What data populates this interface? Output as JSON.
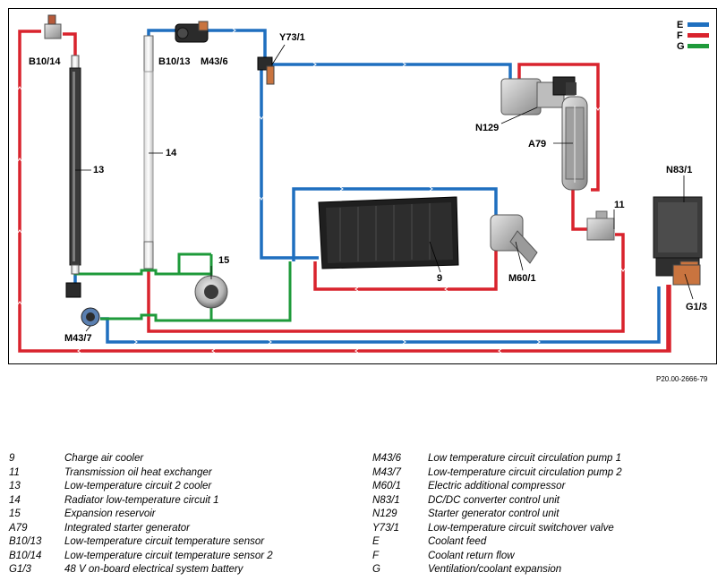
{
  "figure_code": "P20.00-2666-79",
  "line_legend": [
    {
      "key": "E",
      "color": "#1f6fbf"
    },
    {
      "key": "F",
      "color": "#d9232d"
    },
    {
      "key": "G",
      "color": "#1e9a3a"
    }
  ],
  "labels": {
    "b10_14": "B10/14",
    "b10_13": "B10/13",
    "m43_6": "M43/6",
    "y73_1": "Y73/1",
    "n129": "N129",
    "a79": "A79",
    "n83_1": "N83/1",
    "c13": "13",
    "c14": "14",
    "c15": "15",
    "c11": "11",
    "c9": "9",
    "m60_1": "M60/1",
    "m43_7": "M43/7",
    "g1_3": "G1/3"
  },
  "legend_left": [
    {
      "code": "9",
      "text": "Charge air cooler"
    },
    {
      "code": "11",
      "text": "Transmission oil heat exchanger"
    },
    {
      "code": "13",
      "text": "Low-temperature circuit 2 cooler"
    },
    {
      "code": "14",
      "text": "Radiator low-temperature circuit 1"
    },
    {
      "code": "15",
      "text": "Expansion reservoir"
    },
    {
      "code": "A79",
      "text": "Integrated starter generator"
    },
    {
      "code": "B10/13",
      "text": "Low-temperature circuit temperature sensor"
    },
    {
      "code": "B10/14",
      "text": "Low-temperature circuit temperature sensor 2"
    },
    {
      "code": "G1/3",
      "text": "48 V on-board electrical system battery"
    }
  ],
  "legend_right": [
    {
      "code": "M43/6",
      "text": "Low temperature circuit circulation pump 1"
    },
    {
      "code": "M43/7",
      "text": "Low-temperature circuit circulation pump 2"
    },
    {
      "code": "M60/1",
      "text": "Electric additional compressor"
    },
    {
      "code": "N83/1",
      "text": "DC/DC converter control unit"
    },
    {
      "code": "N129",
      "text": "Starter generator control unit"
    },
    {
      "code": "Y73/1",
      "text": "Low-temperature circuit switchover valve"
    },
    {
      "code": "E",
      "text": "Coolant feed"
    },
    {
      "code": "F",
      "text": "Coolant return flow"
    },
    {
      "code": "G",
      "text": "Ventilation/coolant expansion"
    }
  ]
}
